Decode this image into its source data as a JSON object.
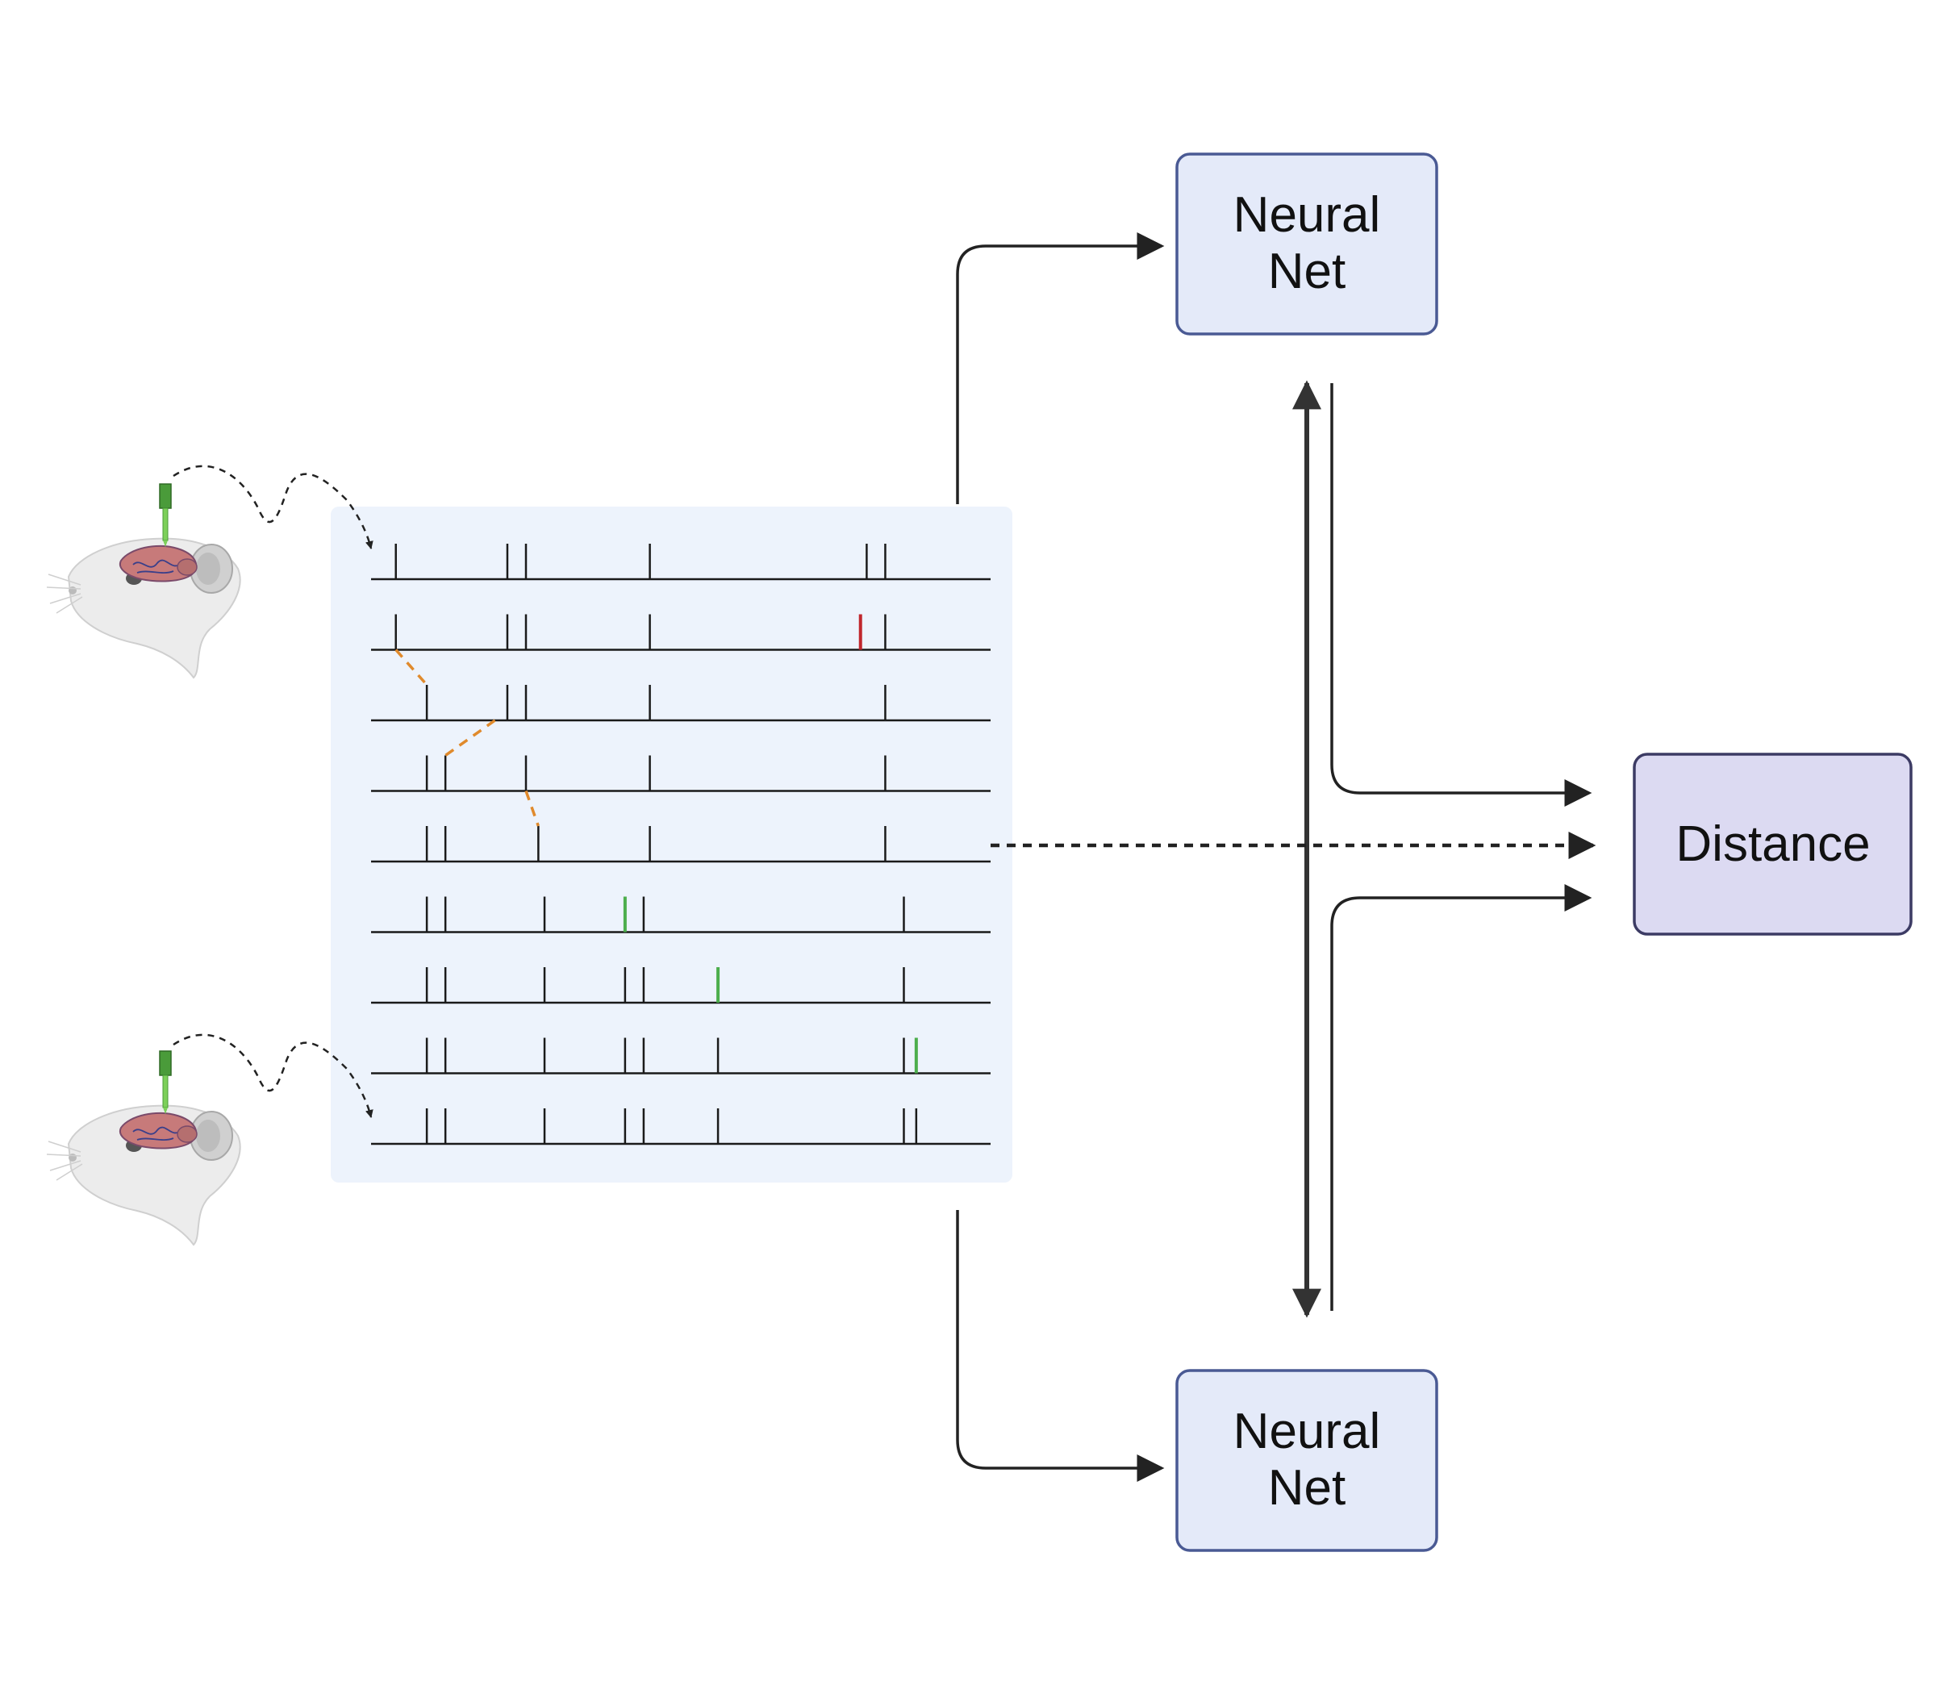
{
  "nodes": {
    "net_top": {
      "line1": "Neural",
      "line2": "Net"
    },
    "net_bottom": {
      "line1": "Neural",
      "line2": "Net"
    },
    "distance": {
      "label": "Distance"
    }
  },
  "colors": {
    "net_fill": "#e4eaf9",
    "net_stroke": "#4a5a94",
    "distance_fill": "#dcdaf2",
    "distance_stroke": "#3c3b64",
    "panel_fill": "#edf3fc",
    "spike": "#1a1a1a",
    "spike_deleted": "#c0262c",
    "spike_inserted": "#4cae4c",
    "shift": "#e08a2c",
    "arrow": "#222222"
  },
  "icons": [
    "mouse-with-electrode-icon",
    "mouse-with-electrode-icon"
  ],
  "spike_trains": [
    {
      "spikes": [
        0.04,
        0.22,
        0.25,
        0.45,
        0.8,
        0.83
      ],
      "deleted": [],
      "inserted": []
    },
    {
      "spikes": [
        0.04,
        0.22,
        0.25,
        0.45,
        0.83
      ],
      "deleted": [
        0.79
      ],
      "inserted": []
    },
    {
      "spikes": [
        0.09,
        0.22,
        0.25,
        0.45,
        0.83
      ],
      "deleted": [],
      "inserted": []
    },
    {
      "spikes": [
        0.09,
        0.12,
        0.25,
        0.45,
        0.83
      ],
      "deleted": [],
      "inserted": []
    },
    {
      "spikes": [
        0.09,
        0.12,
        0.27,
        0.45,
        0.83
      ],
      "deleted": [],
      "inserted": []
    },
    {
      "spikes": [
        0.09,
        0.12,
        0.28,
        0.44,
        0.86
      ],
      "deleted": [],
      "inserted": [
        0.41
      ]
    },
    {
      "spikes": [
        0.09,
        0.12,
        0.28,
        0.41,
        0.44,
        0.86
      ],
      "deleted": [],
      "inserted": [
        0.56
      ]
    },
    {
      "spikes": [
        0.09,
        0.12,
        0.28,
        0.41,
        0.44,
        0.56,
        0.86
      ],
      "deleted": [],
      "inserted": [
        0.88
      ]
    },
    {
      "spikes": [
        0.09,
        0.12,
        0.28,
        0.41,
        0.44,
        0.56,
        0.86,
        0.88
      ],
      "deleted": [],
      "inserted": []
    }
  ],
  "shifts": [
    {
      "from_row": 1,
      "from": 0.04,
      "to_row": 2,
      "to": 0.09
    },
    {
      "from_row": 2,
      "from": 0.2,
      "to_row": 3,
      "to": 0.12
    },
    {
      "from_row": 3,
      "from": 0.25,
      "to_row": 4,
      "to": 0.27
    }
  ]
}
